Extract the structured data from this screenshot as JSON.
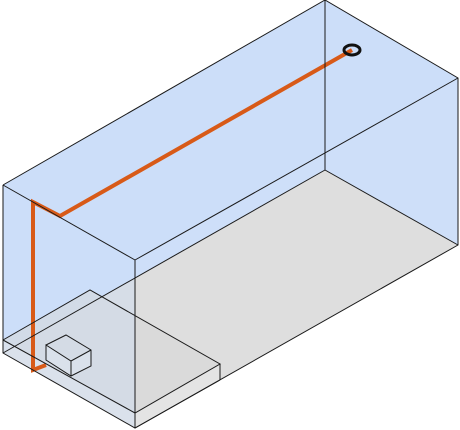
{
  "colors": {
    "background": "#ffffff",
    "glass_fill": "#c9dcf8",
    "floor_fill": "#dedede",
    "platform_top": "#d9d9d9",
    "platform_side": "#e4e4e4",
    "edge_stroke": "#1a1a1a",
    "pipe": "#d85a18",
    "ring": "#111111"
  },
  "diagram": {
    "elements": [
      "room-enclosure",
      "floor",
      "raised-platform",
      "device-box",
      "conduit-route",
      "ceiling-outlet"
    ]
  }
}
